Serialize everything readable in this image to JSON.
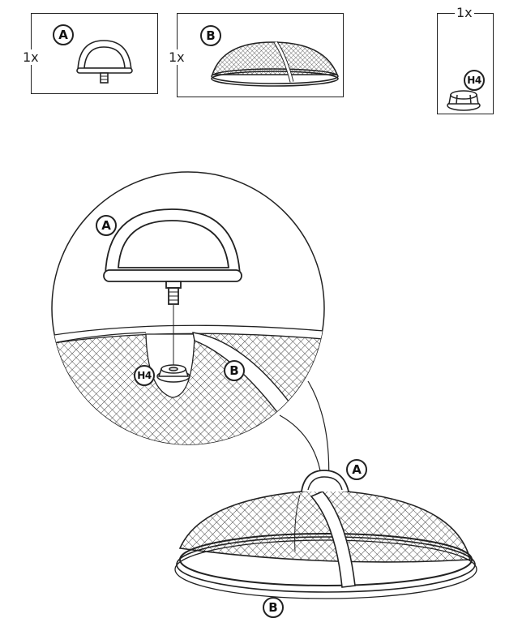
{
  "parts": [
    {
      "id": "A",
      "quantity": "1x",
      "name": "handle"
    },
    {
      "id": "B",
      "quantity": "1x",
      "name": "mesh-lid"
    },
    {
      "id": "H4",
      "quantity": "1x",
      "name": "nut"
    }
  ],
  "detail_view": {
    "label_handle": "A",
    "label_lid": "B",
    "label_nut": "H4"
  },
  "assembly_view": {
    "label_handle": "A",
    "label_lid": "B"
  },
  "colors": {
    "line": "#222222",
    "background": "#ffffff"
  }
}
